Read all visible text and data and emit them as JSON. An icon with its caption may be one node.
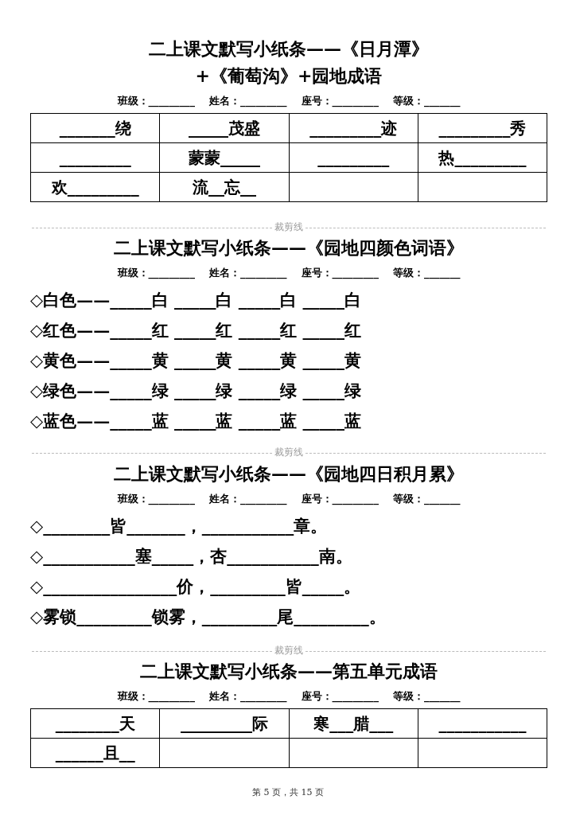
{
  "diagram": {
    "labels": [
      "二上课文默写小纸条——《日月潭》+《葡萄沟》+园地成语",
      "班级：_________",
      "姓名：_________",
      "座号：_________",
      "等级：_______",
      "_______绕",
      "_____茂盛",
      "_________迹",
      "_________秀",
      "_________",
      "蒙蒙_____",
      "_________",
      "热_________",
      "欢_________",
      "流__忘__",
      "裁剪线",
      "二上课文默写小纸条——《园地四颜色词语》",
      "班级：_________",
      "姓名：_________",
      "座号：_________",
      "等级：_______",
      "◇白色——_____白 _____白 _____白 _____白",
      "◇红色——_____红 _____红 _____红 _____红",
      "◇黄色——_____黄 _____黄 _____黄 _____黄",
      "◇绿色——_____绿 _____绿 _____绿 _____绿",
      "◇蓝色——_____蓝 _____蓝 _____蓝 _____蓝",
      "裁剪线",
      "二上课文默写小纸条——《园地四日积月累》",
      "班级：_________",
      "姓名：_________",
      "座号：_________",
      "等级：_______",
      "◇________皆_______，___________章。",
      "◇___________塞_____，杏___________南。",
      "◇________________价，_________皆_____。",
      "◇雾锁_________锁雾，_________尾_________。",
      "裁剪线",
      "二上课文默写小纸条——第五单元成语",
      "班级：_________",
      "姓名：_________",
      "座号：_________",
      "等级：_______",
      "________天",
      "_________际",
      "寒___腊___",
      "___________",
      "______且__",
      "第 5 页，共 15 页"
    ]
  }
}
